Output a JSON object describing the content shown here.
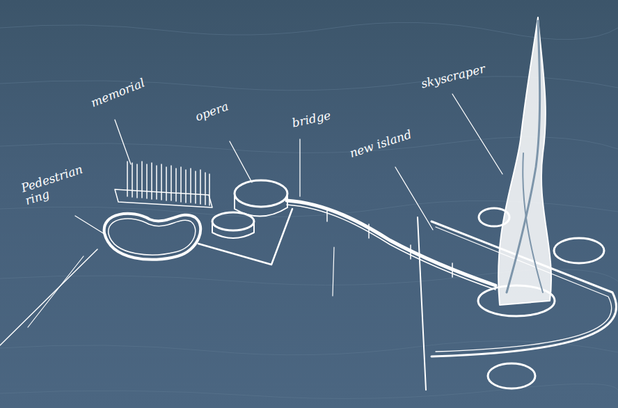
{
  "diagram": {
    "labels": [
      "memorial",
      "opera",
      "bridge",
      "new island",
      "skyscraper",
      "Pedestrian ring"
    ]
  }
}
